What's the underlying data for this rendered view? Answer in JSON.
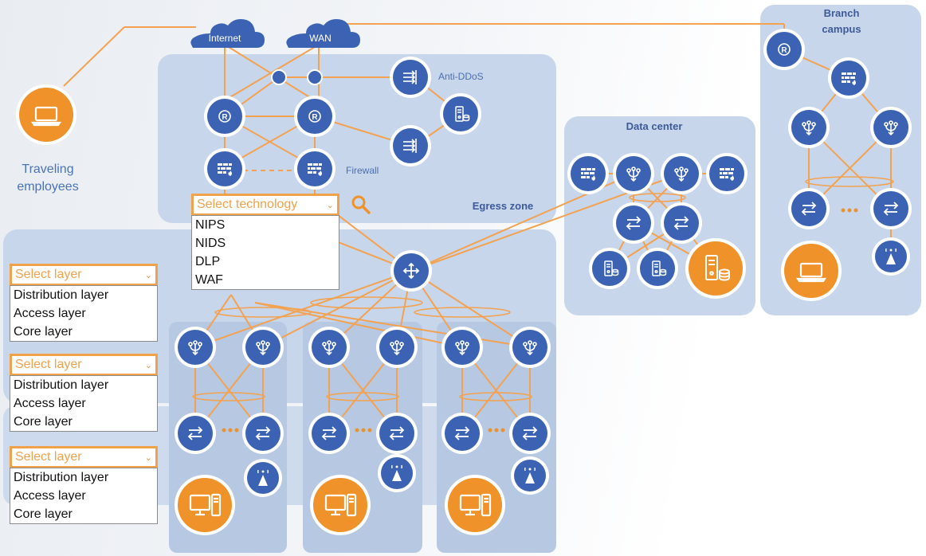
{
  "colors": {
    "accent": "#f0922a",
    "node_blue": "#3b62b3",
    "zone_fill": "#c6d4ea",
    "zone_text": "#3d5a99"
  },
  "zones": {
    "egress": "Egress zone",
    "datacenter": "Data center",
    "branch": "Branch campus"
  },
  "clouds": {
    "internet": "Internet",
    "wan": "WAN"
  },
  "labels": {
    "anti_ddos": "Anti-DDoS",
    "firewall": "Firewall",
    "traveling": "Traveling employees"
  },
  "technology_select": {
    "label": "Select technology",
    "options": [
      "NIPS",
      "NIDS",
      "DLP",
      "WAF"
    ]
  },
  "layer_selects": [
    {
      "label": "Select layer",
      "options": [
        "Distribution layer",
        "Access layer",
        "Core layer"
      ]
    },
    {
      "label": "Select layer",
      "options": [
        "Distribution layer",
        "Access layer",
        "Core layer"
      ]
    },
    {
      "label": "Select layer",
      "options": [
        "Distribution layer",
        "Access layer",
        "Core layer"
      ]
    }
  ],
  "icons": {
    "router": "router-icon",
    "firewall": "firewall-icon",
    "anti_ddos": "anti-ddos-device-icon",
    "server": "server-icon",
    "core_switch": "core-switch-icon",
    "aggregation_switch": "aggregation-switch-icon",
    "access_switch": "access-switch-icon",
    "access_point": "wireless-ap-icon",
    "laptop": "laptop-icon",
    "pc": "desktop-pc-icon",
    "search": "search-icon",
    "cloud": "cloud-icon"
  }
}
